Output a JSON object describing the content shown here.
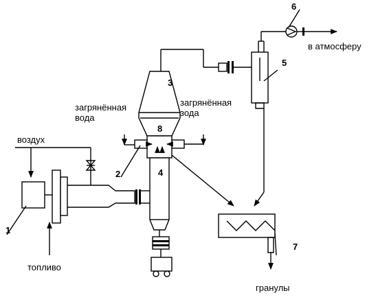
{
  "labels": {
    "air": "воздух",
    "fuel": "топливо",
    "atmosphere": "в атмосферу",
    "granules": "гранулы",
    "dirty_water_left_1": "загрянённая",
    "dirty_water_left_2": "вода",
    "dirty_water_right_1": "загрянённая",
    "dirty_water_right_2": "зода"
  },
  "numbers": {
    "n1": "1",
    "n2": "2",
    "n3": "3",
    "n4": "4",
    "n5": "5",
    "n6": "6",
    "n7": "7",
    "n8": "8"
  }
}
